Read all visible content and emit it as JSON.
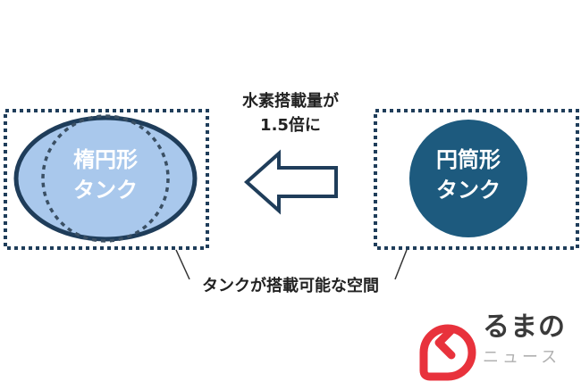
{
  "caption_top": {
    "line1": "水素搭載量が",
    "line2": "1.5倍に"
  },
  "caption_bottom": "タンクが搭載可能な空間",
  "ellipse_tank": {
    "line1": "楕円形",
    "line2": "タンク"
  },
  "cylinder_tank": {
    "line1": "円筒形",
    "line2": "タンク"
  },
  "logo": {
    "main": "るまの",
    "sub": "ニュース"
  },
  "colors": {
    "dotted_frame": "#1f3d5a",
    "ellipse_fill": "#a9c8ec",
    "ellipse_stroke": "#1f3d5a",
    "circle_fill": "#1d5a7e",
    "arrow_stroke": "#1f3d5a",
    "logo_red": "#e8323c"
  }
}
